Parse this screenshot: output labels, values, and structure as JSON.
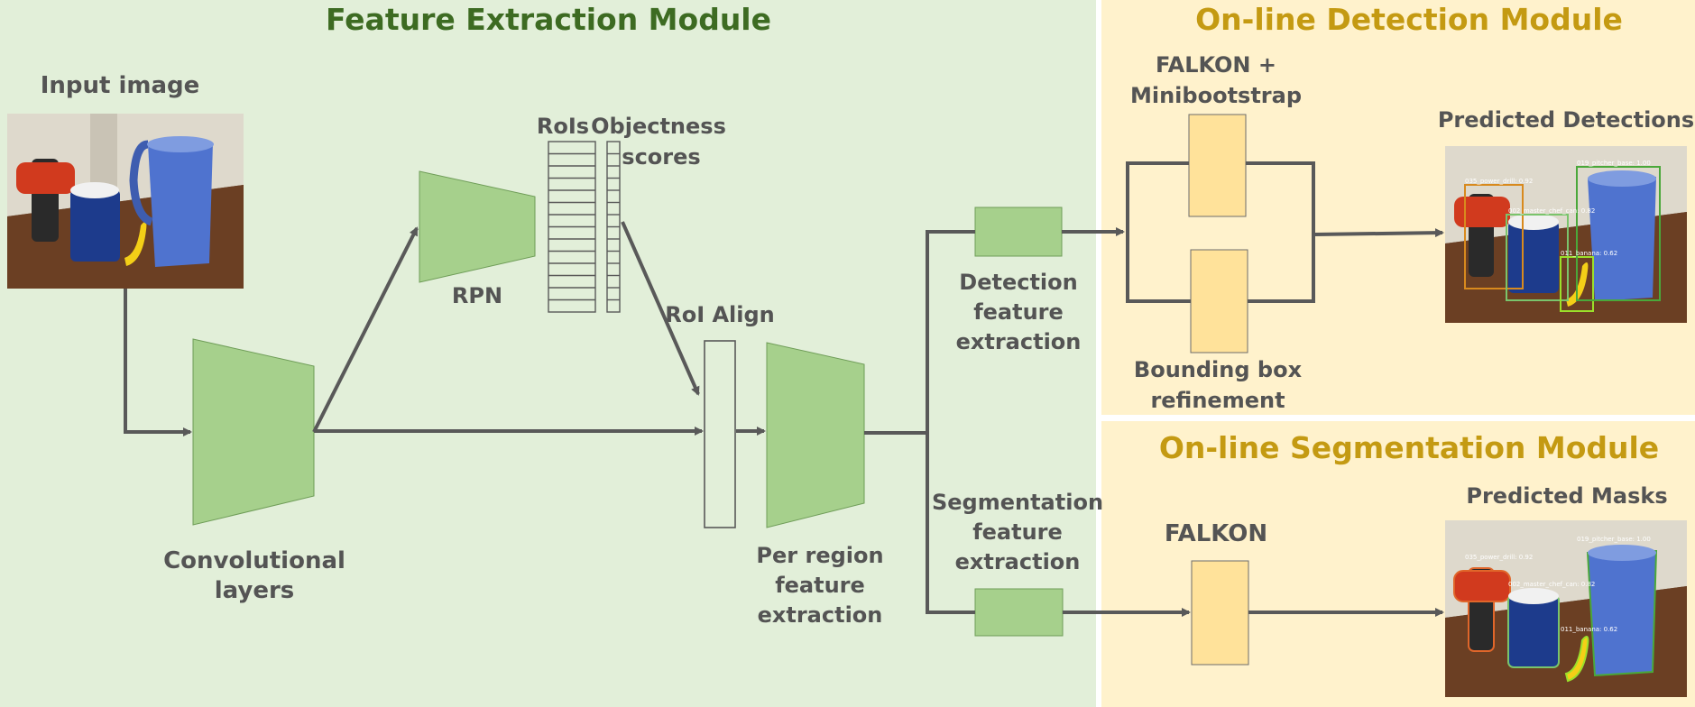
{
  "modules": {
    "feature_extraction": "Feature Extraction Module",
    "detection": "On-line Detection Module",
    "segmentation": "On-line Segmentation Module"
  },
  "labels": {
    "input_image": "Input image",
    "conv_line1": "Convolutional",
    "conv_line2": "layers",
    "rpn": "RPN",
    "rois": "RoIs",
    "objectness_line1": "Objectness",
    "objectness_line2": "scores",
    "roi_align": "RoI Align",
    "per_region_line1": "Per region",
    "per_region_line2": "feature",
    "per_region_line3": "extraction",
    "detfeat_line1": "Detection",
    "detfeat_line2": "feature",
    "detfeat_line3": "extraction",
    "segfeat_line1": "Segmentation",
    "segfeat_line2": "feature",
    "segfeat_line3": "extraction",
    "falkon_mini_line1": "FALKON +",
    "falkon_mini_line2": "Minibootstrap",
    "bbox_line1": "Bounding box",
    "bbox_line2": "refinement",
    "falkon": "FALKON",
    "predicted_detections": "Predicted Detections",
    "predicted_masks": "Predicted Masks"
  },
  "detection_labels": {
    "drill": "035_power_drill: 0.92",
    "pitcher": "019_pitcher_base: 1.00",
    "can": "002_master_chef_can: 0.82",
    "banana": "011_banana: 0.62"
  },
  "colors": {
    "feature_bg": "#e2efd9",
    "online_bg": "#fff2cc",
    "green_title": "#3d6b22",
    "gold_title": "#c49a12",
    "block_green": "#a6d08c",
    "block_yellow": "#ffe29a",
    "arrow": "#595959"
  }
}
